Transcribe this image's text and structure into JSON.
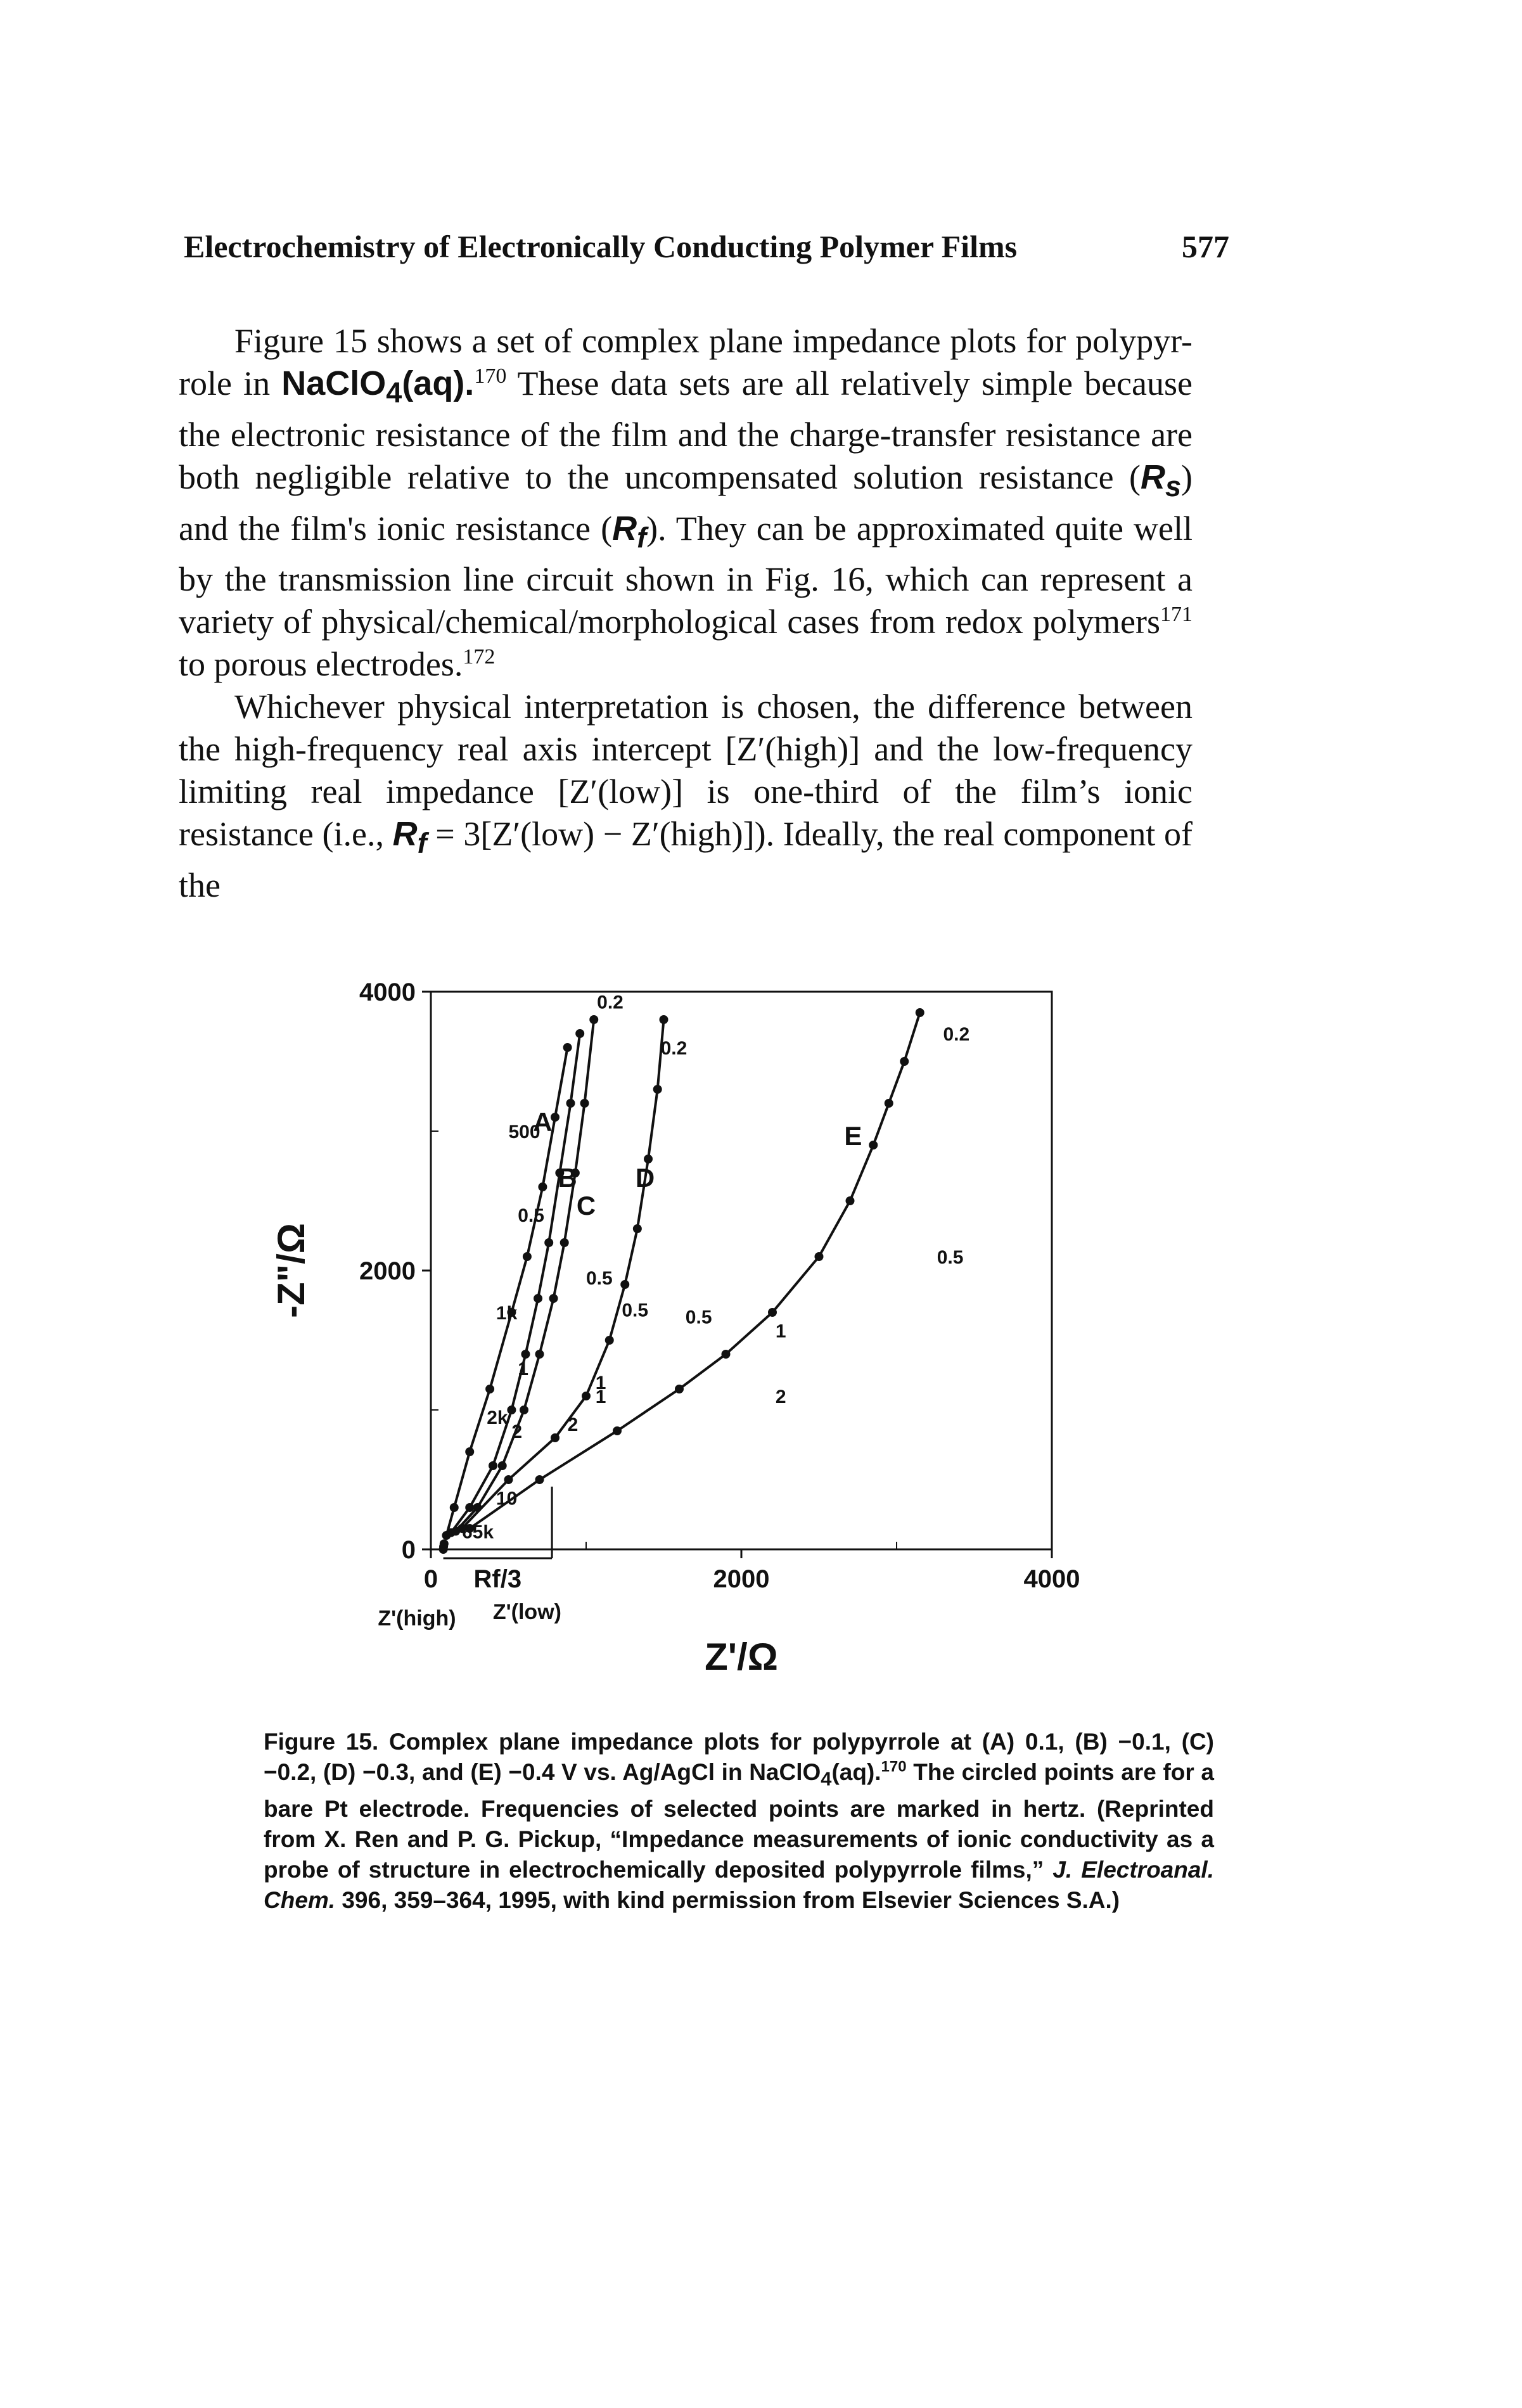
{
  "header": {
    "running_title": "Electrochemistry of Electronically Conducting Polymer Films",
    "page_number": "577"
  },
  "body": {
    "p1": {
      "t1": "Figure 15 shows a set of complex plane impedance plots for polypyr-role in ",
      "chem": "NaClO",
      "sub4": "4",
      "chem2": "(aq).",
      "ref1": "170",
      "t2": " These data sets are all relatively simple because the electronic resistance of the film and the charge-transfer resistance are both negligible relative to the uncompensated solution resistance (",
      "rs_sym": "R",
      "rs_sub": "s",
      "t3": ") and the film's ionic resistance (",
      "rf_sym": "R",
      "rf_sub": "f",
      "t4": "). They can be approximated quite well by the transmission line circuit shown in Fig. 16, which can represent a variety of physical/chemical/morphological cases from redox polymers",
      "ref2": "171",
      "t5": " to porous electrodes.",
      "ref3": "172"
    },
    "p2": {
      "t1": "Whichever physical interpretation is chosen, the difference between the high-frequency real axis intercept [Z′(high)] and the low-frequency limiting real impedance [Z′(low)] is one-third of the film’s ionic resistance (i.e., ",
      "rf_sym": "R",
      "rf_sub": "f",
      "t2": " = 3[Z′(low) − Z′(high)]). Ideally, the real component of the"
    }
  },
  "chart_data": {
    "type": "scatter",
    "xlabel": "Z'/Ω",
    "ylabel": "-Z\"/Ω",
    "xlim": [
      0,
      4000
    ],
    "ylim": [
      0,
      4000
    ],
    "x_ticks": [
      "0",
      "2000",
      "4000"
    ],
    "y_ticks": [
      "0",
      "2000",
      "4000"
    ],
    "series": [
      {
        "name": "A",
        "x": [
          100,
          150,
          250,
          380,
          520,
          620,
          720,
          800,
          880
        ],
        "y": [
          100,
          300,
          700,
          1150,
          1700,
          2100,
          2600,
          3100,
          3600
        ]
      },
      {
        "name": "B",
        "x": [
          130,
          250,
          400,
          520,
          610,
          690,
          760,
          830,
          900,
          960
        ],
        "y": [
          120,
          300,
          600,
          1000,
          1400,
          1800,
          2200,
          2700,
          3200,
          3700
        ]
      },
      {
        "name": "C",
        "x": [
          160,
          300,
          460,
          600,
          700,
          790,
          860,
          930,
          990,
          1050
        ],
        "y": [
          130,
          300,
          600,
          1000,
          1400,
          1800,
          2200,
          2700,
          3200,
          3800
        ]
      },
      {
        "name": "D",
        "x": [
          200,
          500,
          800,
          1000,
          1150,
          1250,
          1330,
          1400,
          1460,
          1500
        ],
        "y": [
          150,
          500,
          800,
          1100,
          1500,
          1900,
          2300,
          2800,
          3300,
          3800
        ]
      },
      {
        "name": "E",
        "x": [
          250,
          700,
          1200,
          1600,
          1900,
          2200,
          2500,
          2700,
          2850,
          2950,
          3050,
          3150
        ],
        "y": [
          150,
          500,
          850,
          1150,
          1400,
          1700,
          2100,
          2500,
          2900,
          3200,
          3500,
          3850
        ]
      },
      {
        "name": "bare Pt",
        "x": [
          80,
          82,
          85
        ],
        "y": [
          0,
          20,
          40
        ]
      }
    ],
    "curve_labels": [
      "A",
      "B",
      "C",
      "D",
      "E"
    ],
    "frequency_labels": [
      "0.2",
      "0.2",
      "0.2",
      "500",
      "0.5",
      "0.5",
      "0.5",
      "0.5",
      "0.5",
      "1k",
      "1",
      "1",
      "1",
      "1",
      "2k",
      "2",
      "2",
      "2",
      "10",
      "65k"
    ],
    "annotations": {
      "rf_over_3": "Rf/3",
      "z_high": "Z'(high)",
      "z_low": "Z'(low)"
    }
  },
  "caption": {
    "label": "Figure 15.",
    "t1": " Complex plane impedance plots for polypyrrole at (A) 0.1, (B) −0.1, (C) −0.2, (D) −0.3, and (E) −0.4 V vs. Ag/AgCl in NaClO",
    "sub4": "4",
    "t2": "(aq).",
    "ref": "170",
    "t3": " The circled points are for a bare Pt electrode. Frequencies of selected points are marked in hertz. (Reprinted from X. Ren and P. G. Pickup, “Impedance measurements of ionic conductivity as a probe of structure in electrochemically deposited polypyrrole films,” ",
    "journal": "J. Electroanal. Chem.",
    "t4": " 396, 359–364, 1995, with kind permission from Elsevier Sciences S.A.)"
  }
}
